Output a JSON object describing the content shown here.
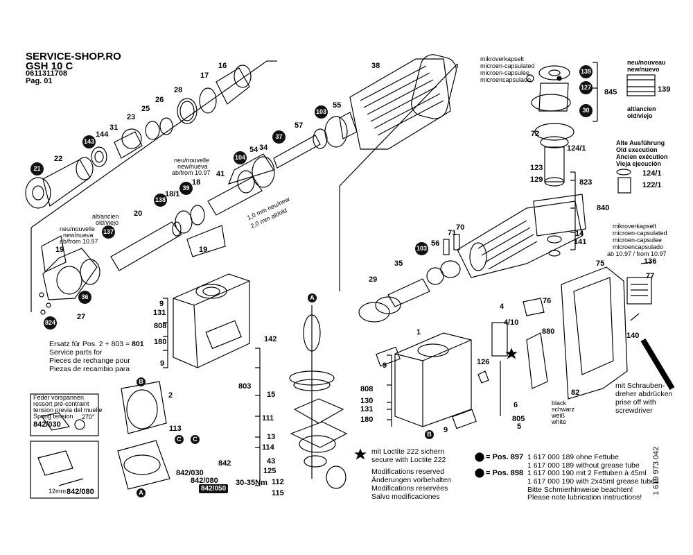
{
  "header": {
    "shop": "SERVICE-SHOP.RO",
    "model": "GSH 10 C",
    "part_no": "0611311708",
    "page": "Pag. 01"
  },
  "labels": {
    "n16": "16",
    "n17": "17",
    "n28": "28",
    "n26": "26",
    "n25": "25",
    "n31": "31",
    "n23": "23",
    "n144": "144",
    "n22": "22",
    "n38": "38",
    "n55": "55",
    "n57": "57",
    "n54": "54",
    "n34": "34",
    "n41": "41",
    "n18": "18",
    "n18_1": "18/1",
    "n20": "20",
    "n19a": "19",
    "n19b": "19",
    "n27": "27",
    "n72": "72",
    "n124_1": "124/1",
    "n123": "123",
    "n129": "129",
    "n823": "823",
    "n840": "840",
    "n845": "845",
    "n139": "139",
    "n14": "14",
    "n141": "141",
    "n56": "56",
    "n71": "71",
    "n70": "70",
    "n35": "35",
    "n29": "29",
    "n75": "75",
    "n136": "136",
    "n77": "77",
    "n140": "140",
    "n9a": "9",
    "n131": "131",
    "n808": "808",
    "n180": "180",
    "n9b": "9",
    "n142": "142",
    "n803": "803",
    "n15": "15",
    "n111": "111",
    "n13": "13",
    "n114": "114",
    "n43": "43",
    "n125": "125",
    "n112": "112",
    "n115": "115",
    "n1": "1",
    "n9c": "9",
    "n808b": "808",
    "n130": "130",
    "n131b": "131",
    "n180b": "180",
    "n9d": "9",
    "n4": "4",
    "n4_10": "4/10",
    "n76": "76",
    "n126": "126",
    "n880": "880",
    "n82": "82",
    "n6": "6",
    "n805": "805",
    "n5": "5",
    "n2": "2",
    "n113": "113",
    "n842": "842",
    "n842_030": "842/030",
    "n842_080": "842/080",
    "n842_080b": "842/080",
    "n124_1b": "124/1",
    "n122_1": "122/1",
    "n12mm": "12mm",
    "n270": "270°"
  },
  "badges": {
    "b21": "21",
    "b143": "143",
    "b138": "138",
    "b39": "39",
    "b104": "104",
    "b37": "37",
    "b103a": "103",
    "b137": "137",
    "b36": "36",
    "b824": "824",
    "b139": "139",
    "b127": "127",
    "b30": "30",
    "b103b": "103",
    "b842_050": "842/050",
    "c_b1": "B",
    "c_b2": "B",
    "c_a1": "A",
    "c_a2": "A",
    "c_c1": "C",
    "c_c2": "C"
  },
  "notes": {
    "neu_nouvelle_1": "neu/nouvelle",
    "new_nueva_1": "new/nueva",
    "ab_from_1": "ab/from 10.97",
    "neu_nouvelle_2": "neu/nouvelle",
    "new_nueva_2": "new/nueva",
    "ab_from_2": "ab/from 10.97",
    "alt_ancien_1": "alt/ancien",
    "old_viejo_1": "old/viejo",
    "mm_new": "1,0 mm neu/new",
    "mm_old": "2,0 mm alt/old",
    "mikro1": "mikroverkapselt",
    "mikro2": "microen-capsulated",
    "mikro3": "microen-capsulee",
    "mikro4": "microencapsulado",
    "neu_nouveau": "neu/nouveau",
    "new_nuevo": "new/nuevo",
    "alt_ancien_2": "alt/ancien",
    "old_viejo_2": "old/viejo",
    "alte1": "Alte Ausführung",
    "alte2": "Old execution",
    "alte3": "Ancien exécution",
    "alte4": "Vieja ejecución",
    "mikroB1": "mikroverkapselt",
    "mikroB2": "microen-capsulated",
    "mikroB3": "microen-capsulee",
    "mikroB4": "microencapsulado",
    "mikroB5": "ab 10.97 / from 10.97",
    "ersatz1": "Ersatz für Pos. 2 + 803 =",
    "ersatz_num": "801",
    "ersatz2": "Service parts for",
    "ersatz3": "Pieces de rechange pour",
    "ersatz4": "Piezas de recambio para",
    "feder1": "Feder vorspannen",
    "feder2": "ressort pré-contraint",
    "feder3": "tension previa del muelle",
    "feder4": "Spring tension",
    "black1": "black",
    "black2": "schwarz",
    "white1": "weiß",
    "white2": "white",
    "screw1": "mit Schrauben-",
    "screw2": "dreher abdrücken",
    "screw3": "prise off with",
    "screw4": "screwdriver",
    "torque": "30-35Nm"
  },
  "footer": {
    "star1": "mit Loctite 222 sichern",
    "star2": "secure with Loctite 222",
    "mod1": "Modifications reserved",
    "mod2": "Änderungen vorbehalten",
    "mod3": "Modifications reservées",
    "mod4": "Salvo modificaciones",
    "pos897": "= Pos. 897",
    "pos898": "= Pos. 898",
    "p1": "1 617 000 189 ohne Fettube",
    "p2": "1 617 000 189 without grease tube",
    "p3": "1 617 000 190 mit 2 Fettuben à 45ml",
    "p4": "1 617 000 190 with 2x45ml grease tubes",
    "p5": "Bitte Schmierhinweise beachten!",
    "p6": "Please note lubrication instructions!",
    "docno": "1 619 973 042"
  }
}
